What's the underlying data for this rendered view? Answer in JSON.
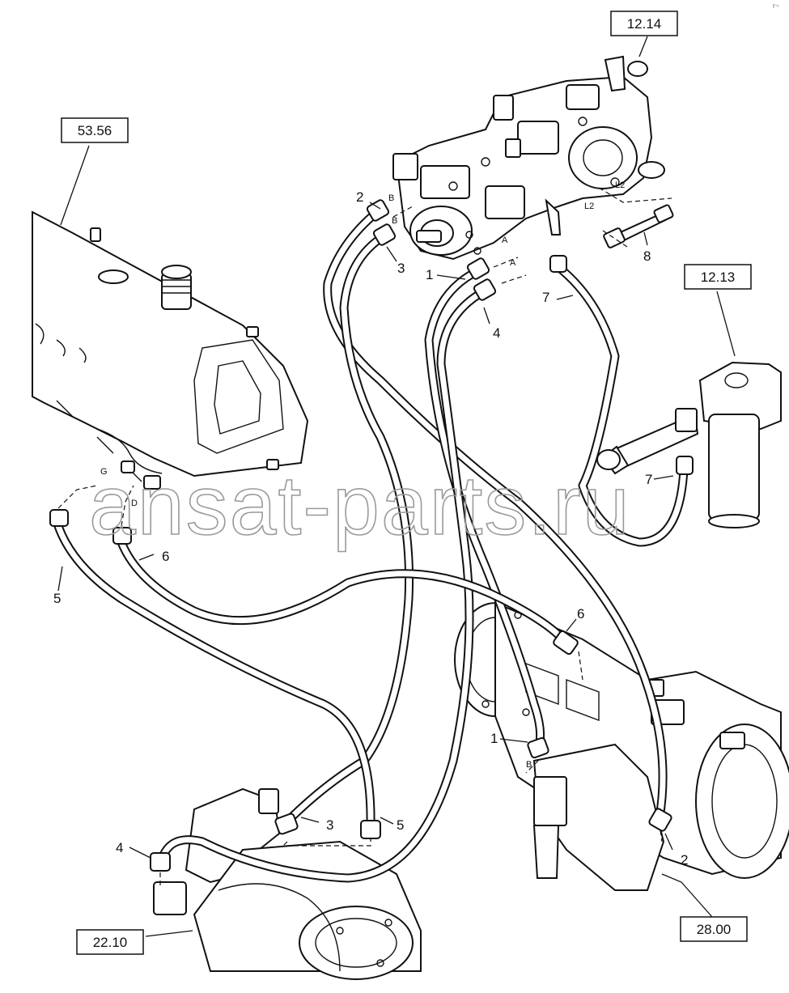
{
  "references": [
    {
      "id": "ref-12-14",
      "label": "12.14"
    },
    {
      "id": "ref-53-56",
      "label": "53.56"
    },
    {
      "id": "ref-12-13",
      "label": "12.13"
    },
    {
      "id": "ref-22-10",
      "label": "22.10"
    },
    {
      "id": "ref-28-00",
      "label": "28.00"
    }
  ],
  "callouts": {
    "c1a": "1",
    "c1b": "1",
    "c2a": "2",
    "c2b": "2",
    "c3a": "3",
    "c3b": "3",
    "c4a": "4",
    "c4b": "4",
    "c5a": "5",
    "c5b": "5",
    "c6a": "6",
    "c6b": "6",
    "c7a": "7",
    "c7b": "7",
    "c8": "8"
  },
  "ports": {
    "b1": "B",
    "b2": "B",
    "a1": "A",
    "a2": "A",
    "l2a": "L2",
    "l2b": "L2",
    "g": "G",
    "d": "D",
    "b3": "B"
  },
  "watermark": "ansat-parts.ru",
  "corner_mark": "r~"
}
